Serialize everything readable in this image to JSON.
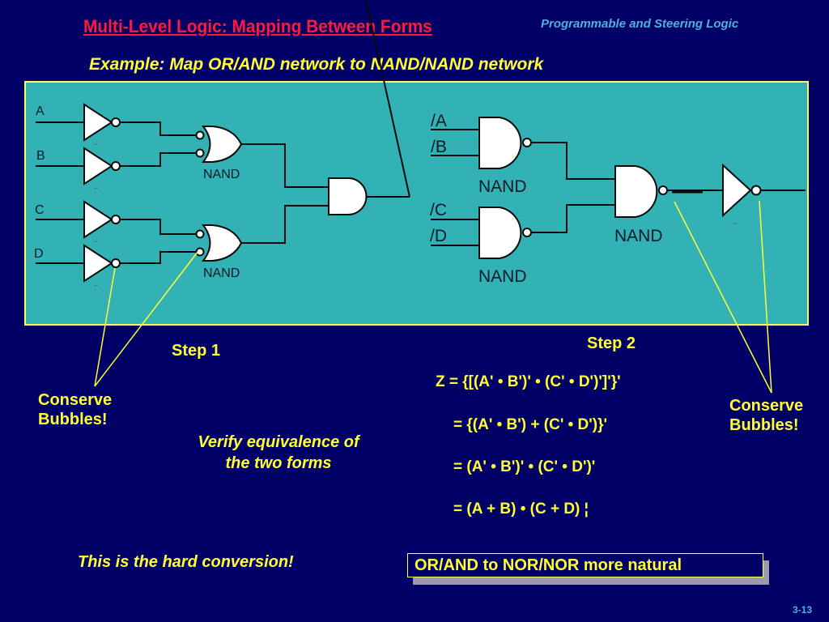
{
  "header": {
    "title": "Multi-Level Logic: Mapping Between Forms",
    "section": "Programmable and Steering Logic",
    "subtitle": "Example: Map OR/AND network to NAND/NAND network"
  },
  "colors": {
    "background": "#000066",
    "panel": "#33b2b5",
    "panel_border": "#ffff66",
    "title": "#ff1a3a",
    "section": "#4fb0e0",
    "annotation_text": "#ffff33",
    "callout_line": "#ffff33"
  },
  "circuit_left": {
    "inputs": [
      "A",
      "B",
      "C",
      "D"
    ],
    "inverter_marks": [
      "``",
      "``",
      "``",
      "``"
    ],
    "gate_labels": [
      "NAND",
      "NAND"
    ]
  },
  "circuit_right": {
    "inputs": [
      "/A",
      "/B",
      "/C",
      "/D"
    ],
    "gate_labels": [
      "NAND",
      "NAND",
      "NAND"
    ],
    "inverter_mark": "``"
  },
  "annotations": {
    "step1": "Step 1",
    "step2": "Step 2",
    "conserve_left_line1": "Conserve",
    "conserve_left_line2": "Bubbles!",
    "conserve_right_line1": "Conserve",
    "conserve_right_line2": "Bubbles!",
    "verify": "Verify equivalence of the two forms"
  },
  "equations": [
    "Z = {[(A' • B')' • (C' • D')']'}'",
    "= {(A' • B') + (C' • D')}'",
    "= (A' • B')' • (C' • D')'",
    "= (A + B) • (C + D) ¦"
  ],
  "footer": {
    "note": "This is the hard conversion!",
    "callout": "OR/AND to NOR/NOR more natural",
    "page_number": "3-13"
  }
}
